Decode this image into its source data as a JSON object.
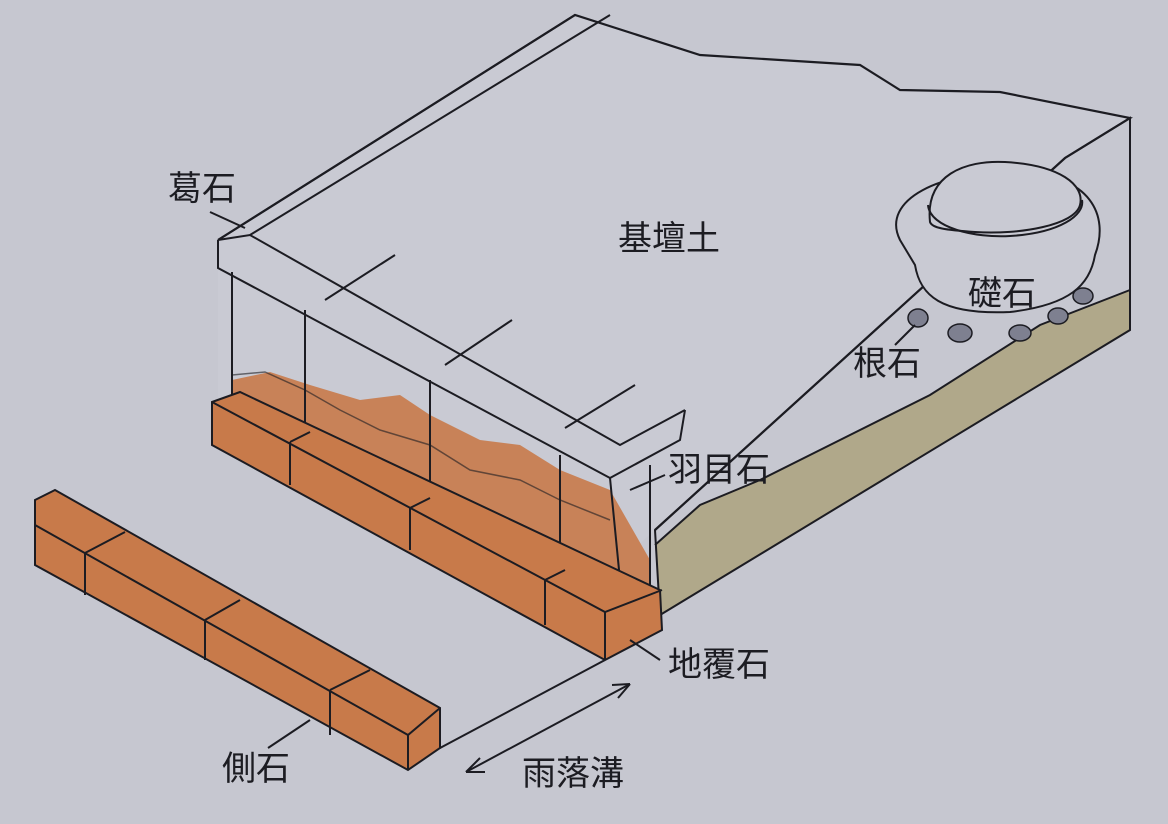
{
  "labels": {
    "katsuraishi": "葛石",
    "kidando": "基壇土",
    "soseki": "礎石",
    "neishi": "根石",
    "hameishi": "羽目石",
    "jifukuishi": "地覆石",
    "gawaishi": "側石",
    "amaochimizo": "雨落溝"
  },
  "colors": {
    "background": "#c6c7d0",
    "ink": "#1c1c22",
    "brick": "#c87a4a",
    "soil": "#b0a88a"
  }
}
